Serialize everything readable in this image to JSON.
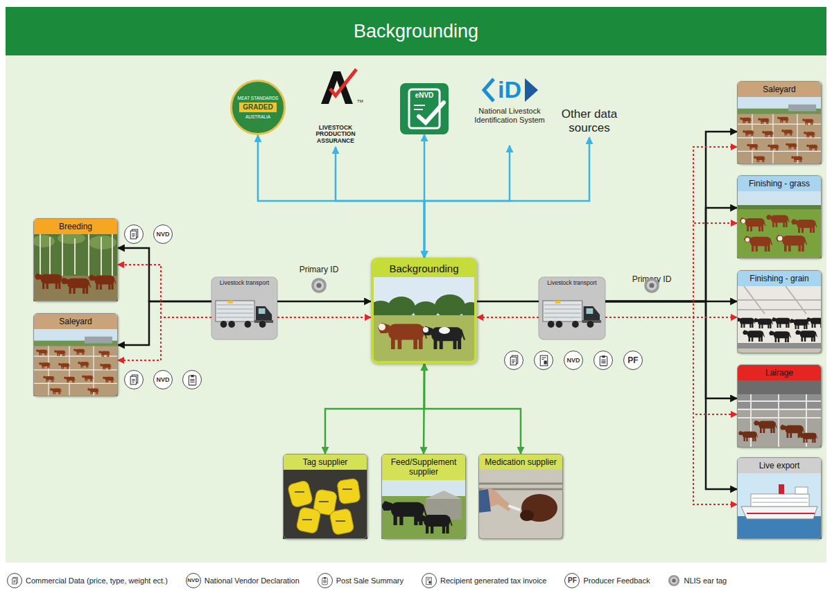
{
  "diagram": {
    "title": "Backgrounding",
    "nodes": [
      {
        "text": [
          "MEAT STANDARDS",
          "GRADED",
          "AUSTRALIA"
        ]
      },
      {
        "text": [
          "LIVESTOCK PRODUCTION ASSURANCE"
        ]
      },
      {
        "text": [
          "eNVD"
        ]
      },
      {
        "text": [
          "iD",
          "National Livestock Identification System"
        ]
      },
      {
        "text": [
          "Other data sources"
        ]
      },
      {
        "text": [
          "Breeding"
        ]
      },
      {
        "text": [
          "Saleyard"
        ]
      },
      {
        "text": [
          "Livestock transport"
        ]
      },
      {
        "text": [
          "Backgrounding"
        ]
      },
      {
        "text": [
          "Livestock transport"
        ]
      },
      {
        "text": [
          "Saleyard"
        ]
      },
      {
        "text": [
          "Finishing - grass"
        ]
      },
      {
        "text": [
          "Finishing - grain"
        ]
      },
      {
        "text": [
          "Lairage"
        ]
      },
      {
        "text": [
          "Live export"
        ]
      },
      {
        "text": [
          "Tag supplier"
        ]
      },
      {
        "text": [
          "Feed/Supplement supplier"
        ]
      },
      {
        "text": [
          "Medication supplier"
        ]
      }
    ],
    "edges": [
      {
        "from": 8,
        "to": 0,
        "arrow": "both"
      },
      {
        "from": 8,
        "to": 1,
        "arrow": "both"
      },
      {
        "from": 8,
        "to": 2,
        "arrow": "both"
      },
      {
        "from": 8,
        "to": 3,
        "arrow": "both"
      },
      {
        "from": 8,
        "to": 4,
        "arrow": "both"
      },
      {
        "from": 7,
        "to": 5,
        "arrow": "to"
      },
      {
        "from": 7,
        "to": 6,
        "arrow": "to"
      },
      {
        "from": 7,
        "to": 8,
        "arrow": "to"
      },
      {
        "from": 7,
        "to": 5,
        "arrow": "to"
      },
      {
        "from": 7,
        "to": 6,
        "arrow": "to"
      },
      {
        "from": 7,
        "to": 8,
        "arrow": "to"
      },
      {
        "from": 8,
        "to": 9,
        "arrow": "none"
      },
      {
        "from": 9,
        "to": 10,
        "arrow": "to"
      },
      {
        "from": 9,
        "to": 11,
        "arrow": "to"
      },
      {
        "from": 9,
        "to": 12,
        "arrow": "to"
      },
      {
        "from": 9,
        "to": 13,
        "arrow": "to"
      },
      {
        "from": 9,
        "to": 14,
        "arrow": "to"
      },
      {
        "from": 9,
        "to": 8,
        "arrow": "to"
      },
      {
        "from": 9,
        "to": 10,
        "arrow": "to"
      },
      {
        "from": 9,
        "to": 11,
        "arrow": "to"
      },
      {
        "from": 9,
        "to": 12,
        "arrow": "to"
      },
      {
        "from": 9,
        "to": 13,
        "arrow": "to"
      },
      {
        "from": 9,
        "to": 14,
        "arrow": "to"
      },
      {
        "from": 8,
        "to": 15,
        "arrow": "both"
      },
      {
        "from": 8,
        "to": 16,
        "arrow": "both"
      },
      {
        "from": 8,
        "to": 17,
        "arrow": "both"
      }
    ],
    "labels": [
      "TM",
      "Primary ID",
      "Primary ID",
      "NVD",
      "NVD",
      "NVD",
      "PF",
      "NVD",
      "PF"
    ],
    "legend": [
      {
        "text": "Commercial Data (price, type, weight ect.)"
      },
      {
        "text": "National Vendor Declaration"
      },
      {
        "text": "Post Sale Summary"
      },
      {
        "text": "Recipient generated tax invoice"
      },
      {
        "text": "Producer Feedback"
      },
      {
        "text": "NLIS ear tag"
      }
    ]
  }
}
